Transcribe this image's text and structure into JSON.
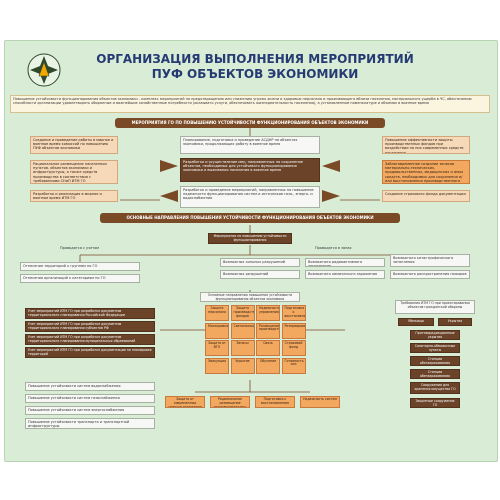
{
  "title": {
    "line1": "ОРГАНИЗАЦИЯ ВЫПОЛНЕНИЯ МЕРОПРИЯТИЙ",
    "line2": "ПУФ ОБЪЕКТОВ ЭКОНОМИКИ"
  },
  "intro": "Повышение устойчивости функционирования объектов экономики - комплекс мероприятий по предотвращению или снижению угрозы жизни и здоровью персонала и проживающего вблизи населения, материального ущерба в ЧС, обеспечению способности организации удовлетворять оборонные и важнейшие хозяйственные потребности (оказывать услуги, обеспечивать жизнедеятельность населения), а установленном номенклатуре и объемах в военное время",
  "section1": "МЕРОПРИЯТИЯ ГО ПО ПОВЫШЕНИЮ УСТОЙЧИВОСТИ ФУНКЦИОНИРОВАНИЯ ОБЪЕКТОВ ЭКОНОМИКИ",
  "left_col": [
    "Создание и проведение работы в мирное и военное время комиссий по повышению ПУФ объектов экономики",
    "Рациональное размещение населенных пунктов, объектов экономики и инфраструктуры, а также средств производства в соответствии с требованиями СНиП ИТМ ГО",
    "Разработка и реализация в мирное и военное время ИТМ ГО"
  ],
  "center_col": [
    "Планирование, подготовка и проведение АСДНР на объектах экономики, продолжающих работу в военное время",
    "Разработка и осуществление мер, направленных на сохранение объектов, необходимых для устойчивого функционирования экономики и выживания населения в военное время",
    "Разработка и проведение мероприятий, направленных на повышение надежности функционирования систем и источников газо-, энерго- и водоснабжения"
  ],
  "right_col": [
    "Повышение эффективности защиты производственных фондов при воздействии на них современных средств поражения",
    "Заблаговременное создание запасов материально-технических, продовольственных, медицинских и иных средств, необходимых для сохранения и/или восстановления производственного процесса",
    "Создание страхового фонда документации"
  ],
  "section2": "ОСНОВНЫЕ НАПРАВЛЕНИЯ ПОВЫШЕНИЯ УСТОЙЧИВОСТИ ФУНКЦИОНИРОВАНИЯ ОБЪЕКТОВ ЭКОНОМИКИ",
  "center_small": "Мероприятия по повышению устойчивости функционирования",
  "group_left_label": "Проводятся с учетом",
  "group_left": [
    "Отнесения территорий к группам по ГО",
    "Отнесения организаций к категориям по ГО"
  ],
  "group_right_label": "Проводятся в зонах",
  "group_right": [
    "Возможных сильных разрушений",
    "Возможного радиоактивного загрязнения",
    "Возможного катастрофического затопления",
    "Возможных разрушений",
    "Возможного химического заражения",
    "Возможного распространения пожаров"
  ],
  "lower_center_title": "Основные направления повышения устойчивости функционирования объектов экономики",
  "lower_left": [
    "Учет мероприятий ИТМ ГО при разработке документов территориального планирования Российской Федерации",
    "Учет мероприятий ИТМ ГО при разработке документов территориального планирования субъектов РФ",
    "Учет мероприятий ИТМ ГО при разработке документов территориального планирования муниципальных образований",
    "Учет мероприятий ИТМ ГО при разработке документации по планировке территорий",
    "Повышение устойчивости систем водоснабжения",
    "Повышение устойчивости систем газоснабжения",
    "Повышение устойчивости систем энергоснабжения",
    "Повышение устойчивости транспорта и транспортной инфраструктуры"
  ],
  "lower_center_cells": [
    "Защита персонала",
    "Защита производственных фондов",
    "Надежность управления",
    "Подготовка к восстановлению",
    "Маскировка",
    "Светомаскировка",
    "Размещение производства",
    "Резервирование",
    "Защита от ВТО",
    "Запасы",
    "Связь",
    "Страховой фонд",
    "Эвакуация",
    "Укрытие",
    "Обучение",
    "Готовность сил"
  ],
  "bottom_orange": [
    "Защита от современных средств поражения",
    "Рациональное размещение производительных сил",
    "Подготовка к восстановлению",
    "Надежность систем"
  ],
  "right_block_title": "Требования ИТМ ГО при проектировании объектов гражданской обороны",
  "right_block": [
    "Убежища",
    "Укрытия",
    "Противорадиационные укрытия",
    "Санитарно-обмывочные пункты",
    "Станции обеззараживания одежды",
    "Станции обеззараживания техники",
    "Сооружения для хранения имущества ГО",
    "Защитные сооружения ГО"
  ],
  "colors": {
    "board": "#d8ecd6",
    "title": "#263a73",
    "bar": "#7a4a26",
    "orange": "#f3a860",
    "brown": "#6a4328"
  }
}
